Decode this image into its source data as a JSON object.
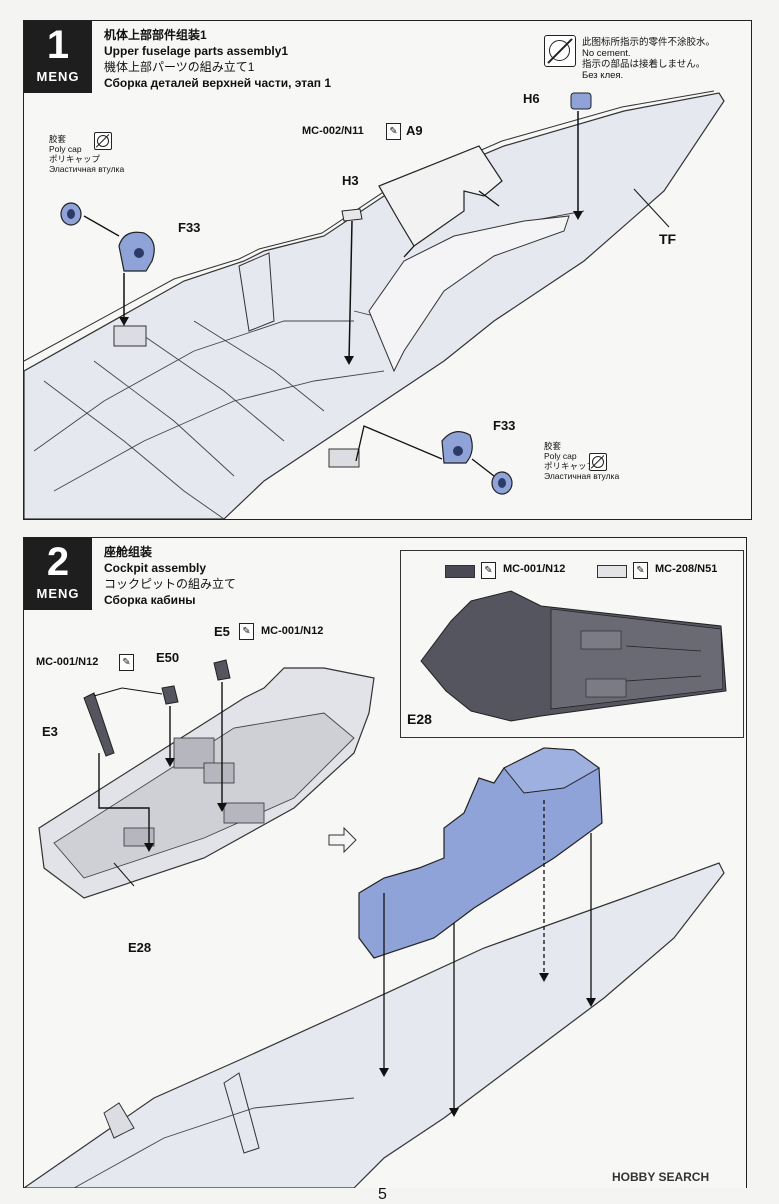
{
  "step1": {
    "number": "1",
    "brand": "MENG",
    "title_cn": "机体上部部件组装1",
    "title_en": "Upper fuselage parts assembly1",
    "title_jp": "機体上部パーツの組み立て1",
    "title_ru": "Сборка деталей верхней части, этап 1",
    "no_cement": {
      "cn": "此图标所指示的零件不涂胶水。",
      "en": "No cement.",
      "jp": "指示の部品は接着しません。",
      "ru": "Без клея."
    },
    "poly_cap_top": {
      "cn": "胶套",
      "en": "Poly cap",
      "jp": "ポリキャップ",
      "ru": "Эластичная втулка"
    },
    "poly_cap_bottom": {
      "cn": "胶套",
      "en": "Poly cap",
      "jp": "ポリキャップ",
      "ru": "Эластичная втулка"
    },
    "parts": {
      "h6": "H6",
      "a9_paint": "MC-002/N11",
      "a9": "A9",
      "h3": "H3",
      "f33_top": "F33",
      "f33_bottom": "F33",
      "tf": "TF"
    }
  },
  "step2": {
    "number": "2",
    "brand": "MENG",
    "title_cn": "座舱组装",
    "title_en": "Cockpit assembly",
    "title_jp": "コックピットの組み立て",
    "title_ru": "Сборка кабины",
    "legend": [
      {
        "code": "MC-001/N12",
        "color": "#4a4a55"
      },
      {
        "code": "MC-208/N51",
        "color": "#e4e4e6"
      }
    ],
    "inset_part": "E28",
    "parts": {
      "e5": "E5",
      "e5_paint": "MC-001/N12",
      "e50": "E50",
      "e3_paint": "MC-001/N12",
      "e3": "E3",
      "e28": "E28"
    }
  },
  "footer": {
    "page_number": "5",
    "watermark": "HOBBY SEARCH"
  },
  "colors": {
    "part_blue": "#8fa3d8",
    "hull_grey": "#e8e9ef",
    "dark_grey": "#55555f"
  }
}
